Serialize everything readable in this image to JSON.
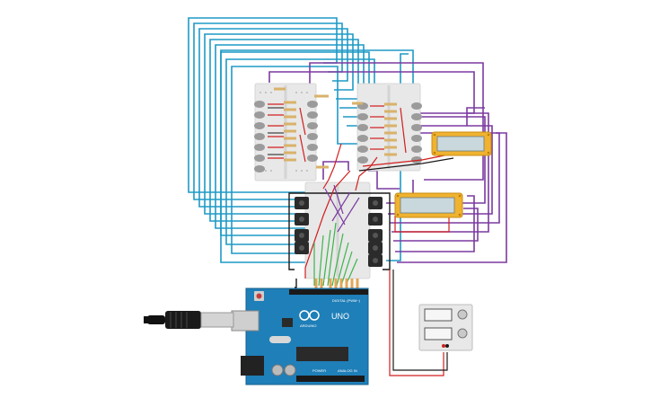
{
  "board": {
    "brand": "ARDUINO",
    "model": "UNO",
    "digital_header_label": "DIGITAL (PWM~)",
    "power_label": "POWER",
    "analog_label": "ANALOG IN"
  },
  "lcd_displays": [
    {
      "text": ""
    },
    {
      "text": ""
    }
  ],
  "colors": {
    "wire_blue": "#1e9ac6",
    "wire_purple": "#7b3aa0",
    "wire_red": "#d21e1e",
    "wire_black": "#1a1a1a",
    "wire_green": "#3cb44b",
    "board_blue": "#1f7fb8",
    "lcd_frame": "#f0b22f",
    "lcd_screen": "#c8d8dc"
  }
}
